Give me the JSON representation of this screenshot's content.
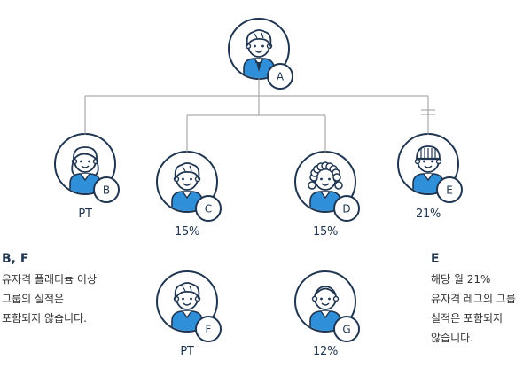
{
  "nodes": {
    "a": {
      "badge": "A",
      "label": ""
    },
    "b": {
      "badge": "B",
      "label": "PT"
    },
    "c": {
      "badge": "C",
      "label": "15%"
    },
    "d": {
      "badge": "D",
      "label": "15%"
    },
    "e": {
      "badge": "E",
      "label": "21%"
    },
    "f": {
      "badge": "F",
      "label": "PT"
    },
    "g": {
      "badge": "G",
      "label": "12%"
    }
  },
  "notes": {
    "left": {
      "title": "B, F",
      "lines": [
        "유자격 플래티늄 이상",
        "그룹의 실적은",
        "포함되지 않습니다."
      ]
    },
    "right": {
      "title": "E",
      "lines": [
        "해당 월 21%",
        "유자격 레그의 그룹",
        "실적은 포함되지",
        "않습니다."
      ]
    }
  },
  "colors": {
    "navy": "#1f3550",
    "blue": "#2f8fd8",
    "line": "#9a9a9a",
    "skin": "#ffffff"
  }
}
